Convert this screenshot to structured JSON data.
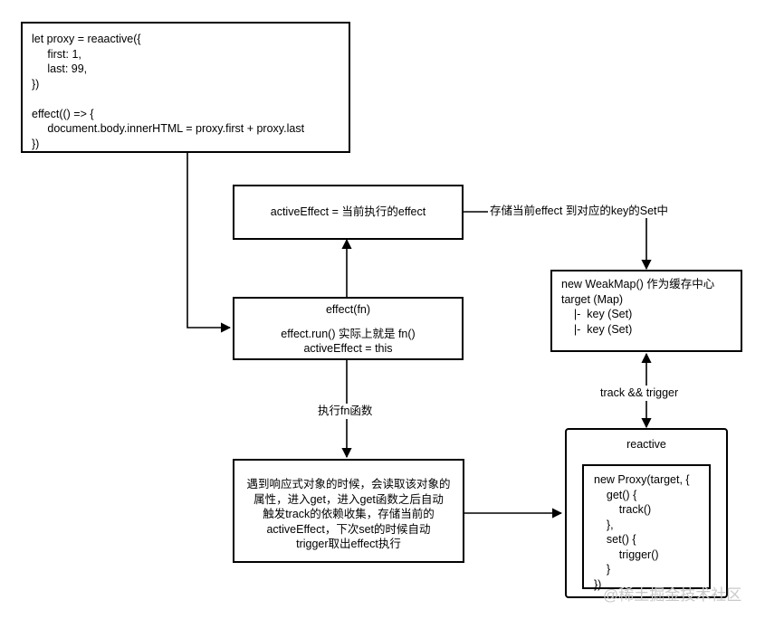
{
  "code_box": {
    "lines": [
      "let proxy = reaactive({",
      "     first: 1,",
      "     last: 99,",
      "})",
      "",
      "effect(() => {",
      "     document.body.innerHTML = proxy.first + proxy.last",
      "})"
    ]
  },
  "active_effect_box": {
    "text": "activeEffect = 当前执行的effect"
  },
  "effect_box": {
    "title": "effect(fn)",
    "line1": "effect.run() 实际上就是 fn()",
    "line2": "activeEffect = this"
  },
  "weakmap_box": {
    "lines": [
      "new WeakMap() 作为缓存中心",
      "target (Map)",
      "    |-  key (Set)",
      "    |-  key (Set)"
    ]
  },
  "process_box": {
    "lines": [
      "遇到响应式对象的时候，会读取该对象的",
      "属性，进入get，进入get函数之后自动",
      "触发track的依赖收集，存储当前的",
      "activeEffect，下次set的时候自动",
      "trigger取出effect执行"
    ]
  },
  "reactive_box": {
    "title": "reactive",
    "lines": [
      "new Proxy(target, {",
      "    get() {",
      "        track()",
      "    },",
      "    set() {",
      "        trigger()",
      "    }",
      "})"
    ]
  },
  "edge_labels": {
    "store": "存储当前effect 到对应的key的Set中",
    "exec": "执行fn函数",
    "track_trigger": "track && trigger"
  },
  "watermark": "@稀土掘金技术社区"
}
